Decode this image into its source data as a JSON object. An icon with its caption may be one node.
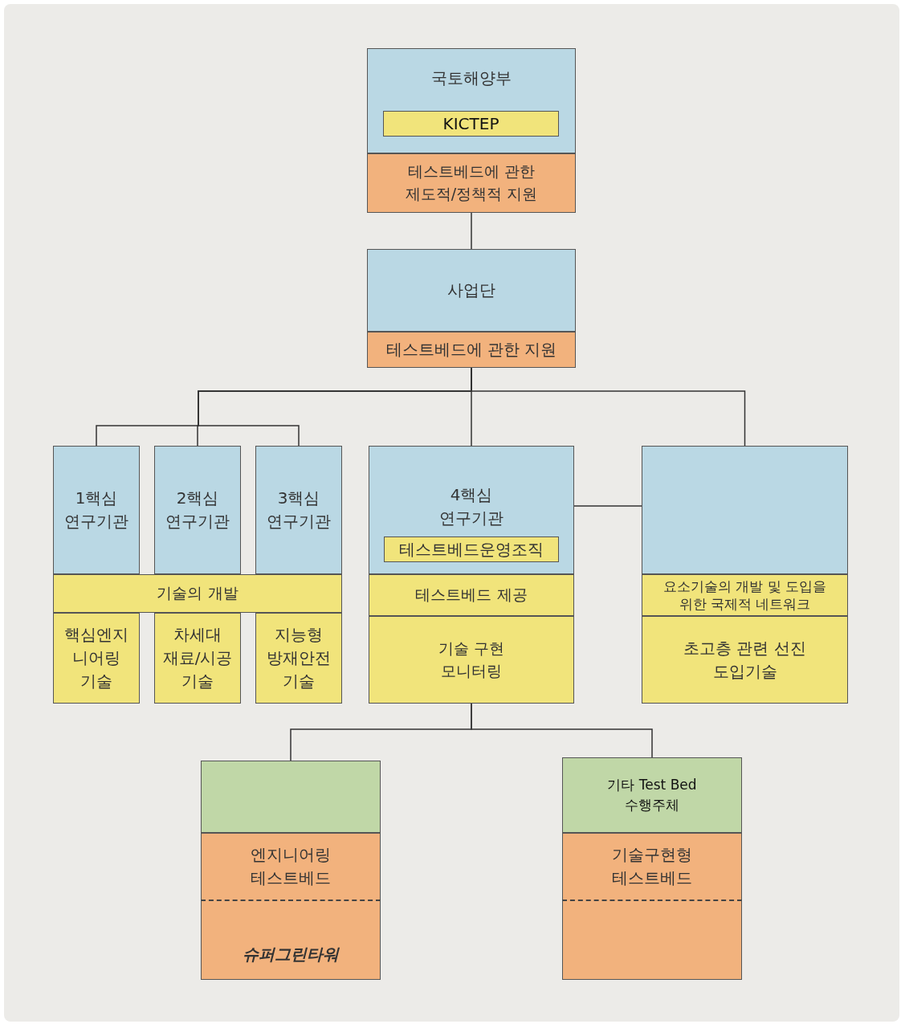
{
  "diagram": {
    "nodes": [
      {
        "text": [
          "국토해양부"
        ]
      },
      {
        "text": [
          "KICTEP"
        ],
        "in": 0
      },
      {
        "text": [
          "테스트베드에 관한 제도적/정책적 지원"
        ]
      },
      {
        "text": [
          "사업단"
        ]
      },
      {
        "text": [
          "테스트베드에 관한 지원"
        ]
      },
      {
        "text": [
          "1핵심 연구기관"
        ]
      },
      {
        "text": [
          "2핵심 연구기관"
        ]
      },
      {
        "text": [
          "3핵심 연구기관"
        ]
      },
      {
        "text": [
          "기술의 개발"
        ]
      },
      {
        "text": [
          "핵심엔지니어링 기술"
        ]
      },
      {
        "text": [
          "차세대 재료/시공 기술"
        ]
      },
      {
        "text": [
          "지능형 방재안전 기술"
        ]
      },
      {
        "text": [
          "4핵심 연구기관"
        ]
      },
      {
        "text": [
          "테스트베드운영조직"
        ],
        "in": 12
      },
      {
        "text": [
          "테스트베드 제공"
        ]
      },
      {
        "text": [
          "기술 구현 모니터링"
        ]
      },
      {
        "text": [],
        "shape": "box"
      },
      {
        "text": [
          "요소기술의 개발 및 도입을 위한 국제적 네트워크"
        ]
      },
      {
        "text": [
          "초고층 관련 선진 도입기술"
        ]
      },
      {
        "text": [],
        "shape": "box"
      },
      {
        "text": [
          "엔지니어링 테스트베드"
        ]
      },
      {
        "text": [
          "슈퍼그린타워"
        ]
      },
      {
        "text": [
          "기타 Test Bed 수행주체"
        ]
      },
      {
        "text": [
          "기술구현형 테스트베드"
        ]
      },
      {
        "text": [],
        "shape": "box"
      }
    ],
    "edges": [
      {
        "from": 2,
        "to": 3,
        "arrow": "none"
      },
      {
        "from": 4,
        "to": 5,
        "arrow": "none"
      },
      {
        "from": 4,
        "to": 6,
        "arrow": "none"
      },
      {
        "from": 4,
        "to": 7,
        "arrow": "none"
      },
      {
        "from": 4,
        "to": 12,
        "arrow": "none"
      },
      {
        "from": 4,
        "to": 16,
        "arrow": "none"
      },
      {
        "from": 12,
        "to": 16,
        "arrow": "none"
      },
      {
        "from": 15,
        "to": 19,
        "arrow": "none"
      },
      {
        "from": 15,
        "to": 22,
        "arrow": "none"
      }
    ]
  }
}
